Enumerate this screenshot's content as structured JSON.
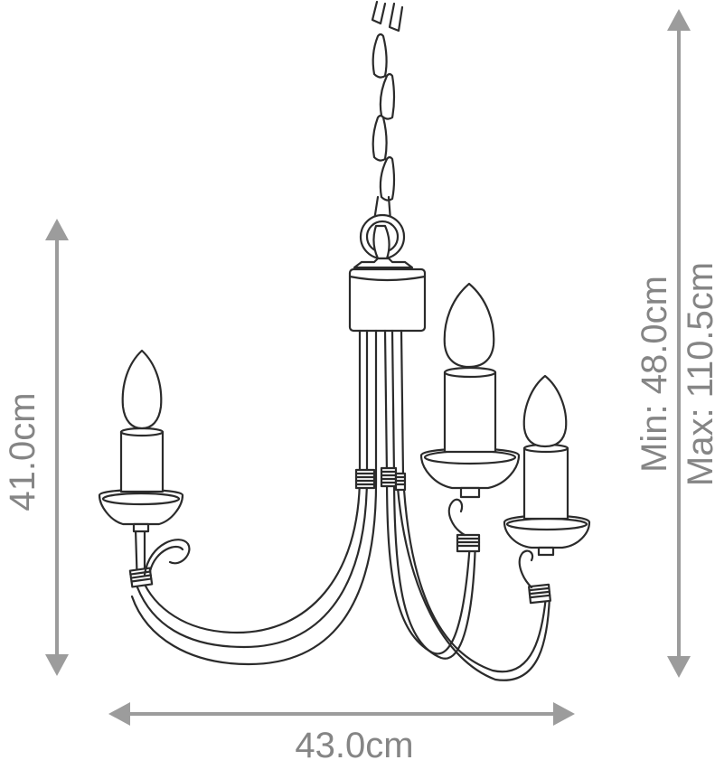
{
  "dimensions": {
    "height_label": "41.0cm",
    "width_label": "43.0cm",
    "drop_min_label": "Min: 48.0cm",
    "drop_max_label": "Max: 110.5cm"
  },
  "colors": {
    "dimension_arrows": "#9c9c9c",
    "dimension_text": "#858585",
    "line_art": "#2b2b2b"
  }
}
